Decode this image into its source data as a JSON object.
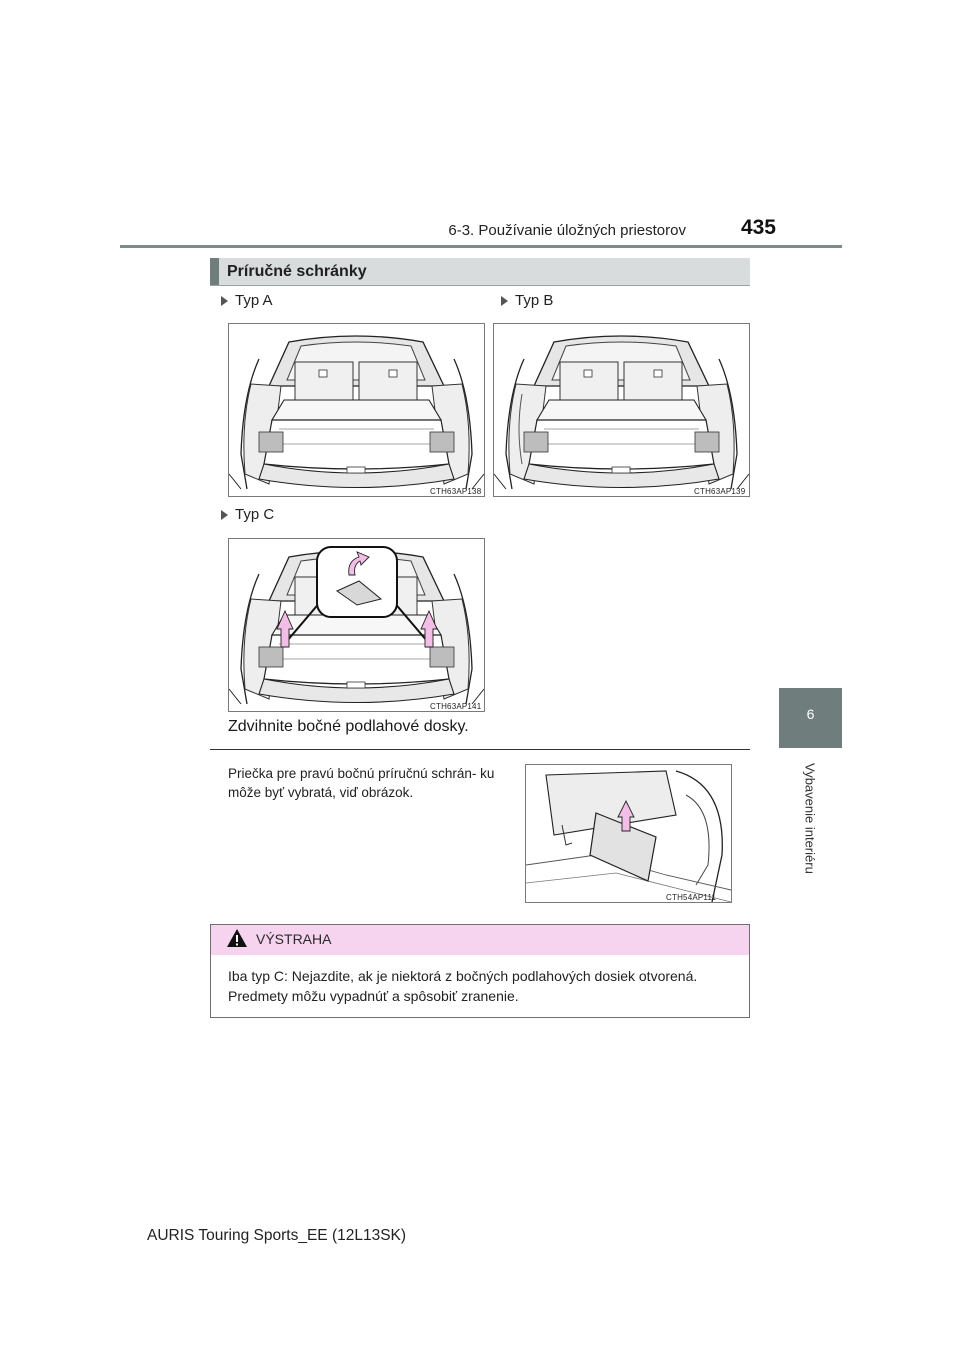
{
  "header": {
    "section": "6-3. Používanie úložných priestorov",
    "page_number": "435"
  },
  "side_tab": {
    "number": "6",
    "title": "Vybavenie interiéru"
  },
  "section_title": "Príručné schránky",
  "figures": [
    {
      "label": "Typ A",
      "code": "CTH63AP138"
    },
    {
      "label": "Typ B",
      "code": "CTH63AP139"
    },
    {
      "label": "Typ C",
      "code": "CTH63AP141"
    }
  ],
  "caption": "Zdvihnite bočné podlahové dosky.",
  "note": {
    "text": "Priečka pre pravú bočnú príručnú schrán- ku môže byť vybratá, viď obrázok.",
    "figure_code": "CTH54AP111"
  },
  "warning": {
    "title": "VÝSTRAHA",
    "text": "Iba typ C: Nejazdite, ak je niektorá z bočných podlahových dosiek otvorená. Predmety môžu vypadnúť a spôsobiť zranenie."
  },
  "footer": "AURIS Touring Sports_EE (12L13SK)",
  "colors": {
    "accent": "#6f7d7c",
    "title_bg": "#d9dcdc",
    "warning_bg": "#f6d3ee",
    "arrow_fill": "#f2bde6"
  }
}
